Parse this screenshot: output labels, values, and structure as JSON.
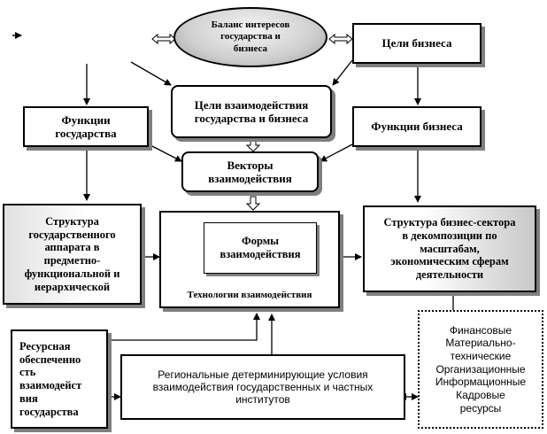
{
  "nodes": {
    "balance": "Баланс интересов\nгосударства и\nбизнеса",
    "business_goals": "Цели бизнеса",
    "interaction_goals": "Цели взаимодействия\nгосударства и бизнеса",
    "state_functions": "Функции\nгосударства",
    "business_functions": "Функции бизнеса",
    "vectors": "Векторы\nвзаимодействия",
    "state_structure": "Структура\nгосударственного\nаппарата в\nпредметно-\nфункциональной и\nиерархической",
    "interaction_forms": "Формы\nвзаимодействия",
    "interaction_technologies": "Технологии взаимодействия",
    "business_structure": "Структура бизнес-сектора\nв декомпозиции по\nмасштабам,\nэкономическим сферам\nдеятельности",
    "resource_support": "Ресурсная\nобеспеченно\nсть\nвзаимодейст\nвия\nгосударства",
    "regional_conditions": "Региональные детерминирующие условия\nвзаимодействия государственных и частных\nинститутов",
    "resources_list": "Финансовые\nМатериально-\nтехнические\nОрганизационные\nИнформационные\nКадровые\nресурсы"
  }
}
